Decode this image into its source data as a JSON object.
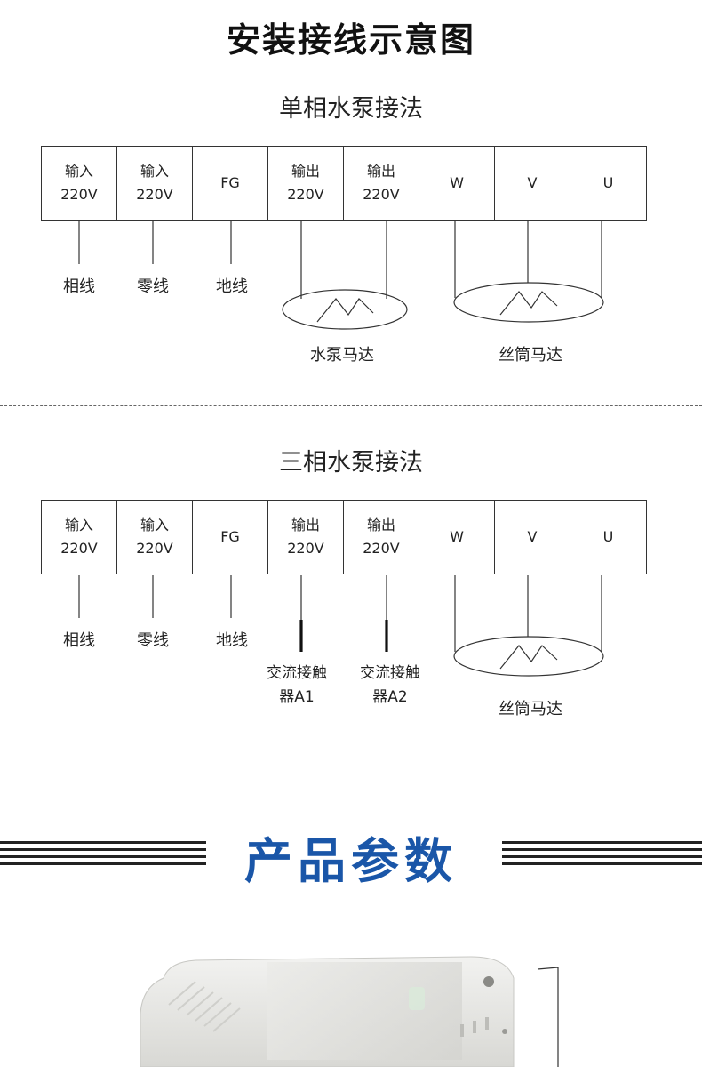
{
  "header": {
    "title": "安装接线示意图"
  },
  "single_phase": {
    "title": "单相水泵接法",
    "terminals": [
      {
        "top": "输入",
        "bottom": "220V"
      },
      {
        "top": "输入",
        "bottom": "220V"
      },
      {
        "top": "FG",
        "bottom": ""
      },
      {
        "top": "输出",
        "bottom": "220V"
      },
      {
        "top": "输出",
        "bottom": "220V"
      },
      {
        "top": "W",
        "bottom": ""
      },
      {
        "top": "V",
        "bottom": ""
      },
      {
        "top": "U",
        "bottom": ""
      }
    ],
    "labels": {
      "phase": "相线",
      "neutral": "零线",
      "ground": "地线",
      "pump_motor": "水泵马达",
      "screw_motor": "丝筒马达"
    }
  },
  "three_phase": {
    "title": "三相水泵接法",
    "terminals": [
      {
        "top": "输入",
        "bottom": "220V"
      },
      {
        "top": "输入",
        "bottom": "220V"
      },
      {
        "top": "FG",
        "bottom": ""
      },
      {
        "top": "输出",
        "bottom": "220V"
      },
      {
        "top": "输出",
        "bottom": "220V"
      },
      {
        "top": "W",
        "bottom": ""
      },
      {
        "top": "V",
        "bottom": ""
      },
      {
        "top": "U",
        "bottom": ""
      }
    ],
    "labels": {
      "phase": "相线",
      "neutral": "零线",
      "ground": "地线",
      "contactor_a1_l1": "交流接触",
      "contactor_a1_l2": "器A1",
      "contactor_a2_l1": "交流接触",
      "contactor_a2_l2": "器A2",
      "screw_motor": "丝筒马达"
    }
  },
  "params": {
    "title": "产品参数"
  },
  "colors": {
    "accent": "#1a56a8",
    "line": "#333333"
  }
}
